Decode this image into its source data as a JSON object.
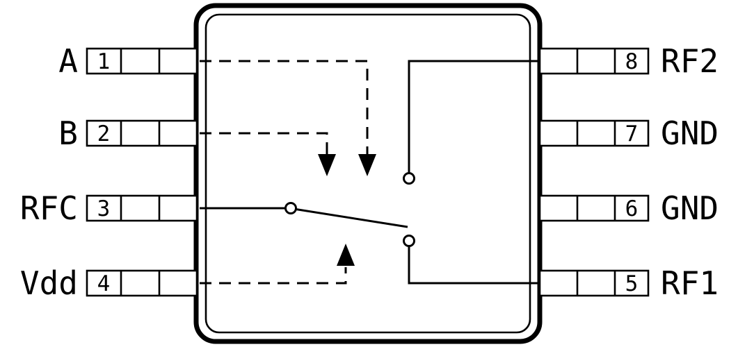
{
  "diagram": {
    "type": "ic-pinout-schematic",
    "package_pins": 8,
    "left_pins": [
      {
        "number": "1",
        "label": "A"
      },
      {
        "number": "2",
        "label": "B"
      },
      {
        "number": "3",
        "label": "RFC"
      },
      {
        "number": "4",
        "label": "Vdd"
      }
    ],
    "right_pins": [
      {
        "number": "8",
        "label": "RF2"
      },
      {
        "number": "7",
        "label": "GND"
      },
      {
        "number": "6",
        "label": "GND"
      },
      {
        "number": "5",
        "label": "RF1"
      }
    ],
    "colors": {
      "line": "#000000",
      "background": "#ffffff"
    }
  }
}
